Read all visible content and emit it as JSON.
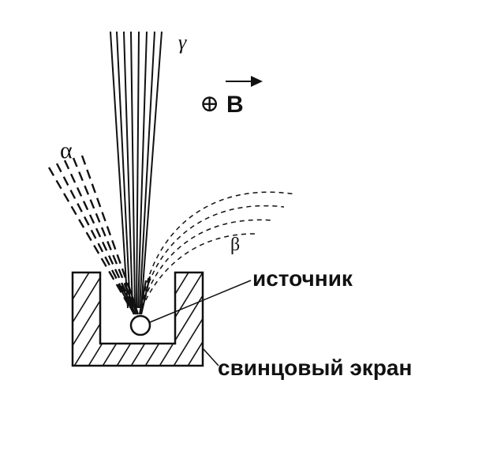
{
  "labels": {
    "gamma": "γ",
    "alpha": "α",
    "beta": "β",
    "field_symbol": "⊕",
    "field_letter": "B",
    "source": "источник",
    "screen": "свинцовый экран"
  },
  "colors": {
    "ink": "#111111",
    "background": "#ffffff"
  }
}
